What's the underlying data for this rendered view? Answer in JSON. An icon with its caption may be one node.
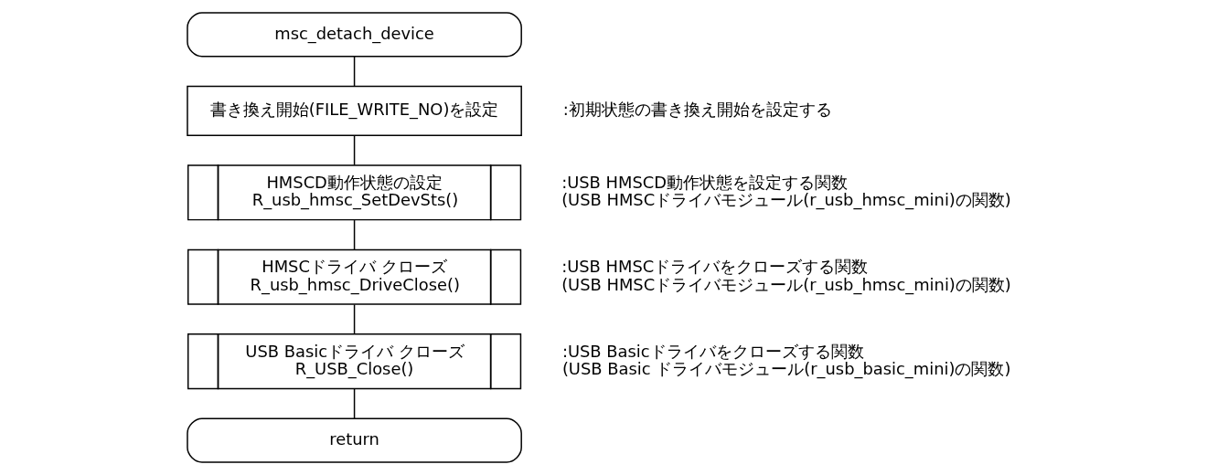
{
  "diagram": {
    "nodes": [
      {
        "text": [
          "msc_detach_device"
        ]
      },
      {
        "text": [
          "書き換え開始(FILE_WRITE_NO)を設定"
        ],
        "beside": [
          ":初期状態の書き換え開始を設定する"
        ]
      },
      {
        "text": [
          "HMSCD動作状態の設定",
          "R_usb_hmsc_SetDevSts()"
        ],
        "beside": [
          ":USB HMSCD動作状態を設定する関数",
          "(USB HMSCドライバモジュール(r_usb_hmsc_mini)の関数)"
        ]
      },
      {
        "text": [
          "HMSCドライバ クローズ",
          "R_usb_hmsc_DriveClose()"
        ],
        "beside": [
          ":USB HMSCドライバをクローズする関数",
          "(USB HMSCドライバモジュール(r_usb_hmsc_mini)の関数)"
        ]
      },
      {
        "text": [
          "USB Basicドライバ クローズ",
          "R_USB_Close()"
        ],
        "beside": [
          ":USB Basicドライバをクローズする関数",
          "(USB Basic ドライバモジュール(r_usb_basic_mini)の関数)"
        ]
      },
      {
        "text": [
          "return"
        ]
      }
    ],
    "edges": [
      {
        "from": 0,
        "to": 1,
        "arrow": "none"
      },
      {
        "from": 1,
        "to": 2,
        "arrow": "none"
      },
      {
        "from": 2,
        "to": 3,
        "arrow": "none"
      },
      {
        "from": 3,
        "to": 4,
        "arrow": "none"
      },
      {
        "from": 4,
        "to": 5,
        "arrow": "none"
      }
    ]
  }
}
